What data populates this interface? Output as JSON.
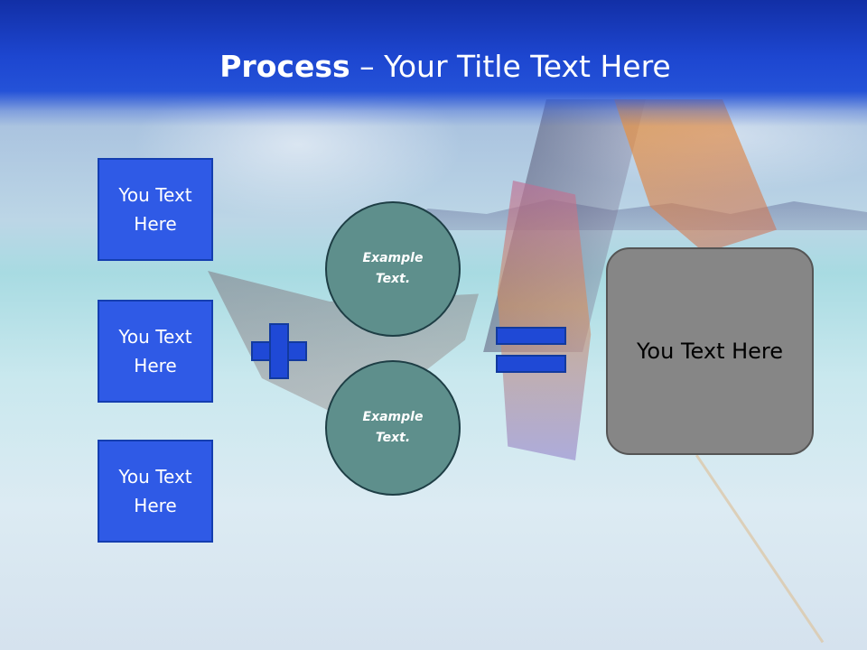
{
  "slide": {
    "title_bold": "Process",
    "title_rest": " – Your Title Text Here"
  },
  "left_boxes": [
    "You Text Here",
    "You Text Here",
    "You Text Here"
  ],
  "circles": [
    "Example Text.",
    "Example Text."
  ],
  "result_box": "You Text Here",
  "icons": {
    "operator_1": "plus-icon",
    "operator_2": "equals-icon"
  },
  "colors": {
    "title_band": "#1d46d0",
    "box_fill": "#2f5ae6",
    "circle_fill": "#5e8f8c",
    "result_fill": "#868686"
  }
}
